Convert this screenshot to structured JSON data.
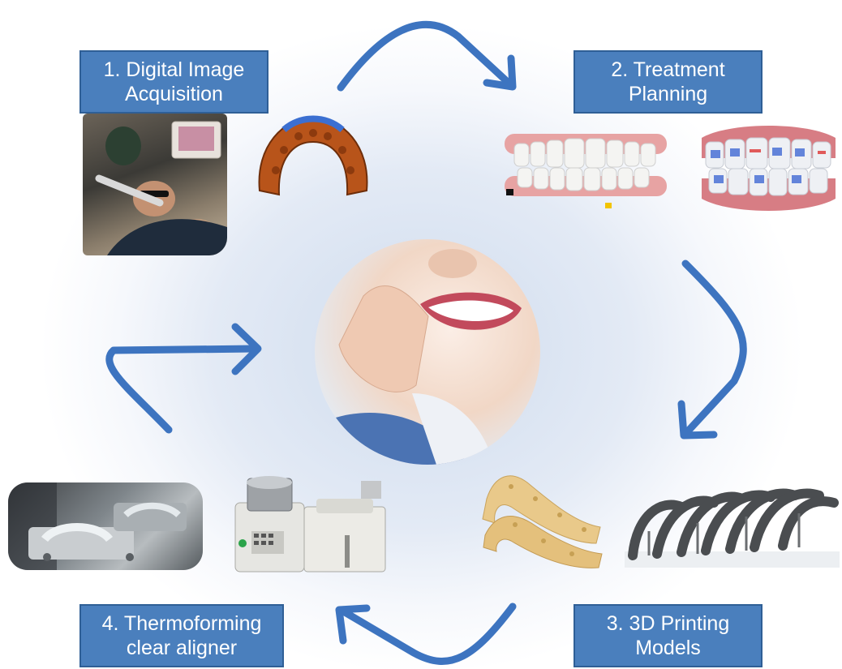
{
  "steps": [
    {
      "id": "step-1",
      "lines": [
        "1. Digital Image",
        "Acquisition"
      ]
    },
    {
      "id": "step-2",
      "lines": [
        "2. Treatment",
        "Planning"
      ]
    },
    {
      "id": "step-3",
      "lines": [
        "3. 3D Printing",
        "Models"
      ]
    },
    {
      "id": "step-4",
      "lines": [
        "4. Thermoforming",
        "clear aligner"
      ]
    }
  ],
  "colors": {
    "box_fill": "#4a7fbd",
    "box_border": "#2f5f96",
    "arrow": "#3d74c0",
    "text": "#ffffff"
  },
  "images": [
    {
      "name": "intraoral-scanning-photo",
      "depicts": "photo"
    },
    {
      "name": "digital-dental-arch-scan",
      "depicts": "image"
    },
    {
      "name": "treatment-plan-teeth-model",
      "depicts": "image"
    },
    {
      "name": "teeth-with-attachments-model",
      "depicts": "image"
    },
    {
      "name": "woman-inserting-clear-aligner",
      "depicts": "photo"
    },
    {
      "name": "aligner-trays-photo",
      "depicts": "photo"
    },
    {
      "name": "thermoforming-machine",
      "depicts": "image"
    },
    {
      "name": "printed-resin-dental-models",
      "depicts": "image"
    },
    {
      "name": "printed-dental-arches-with-supports",
      "depicts": "image"
    }
  ]
}
